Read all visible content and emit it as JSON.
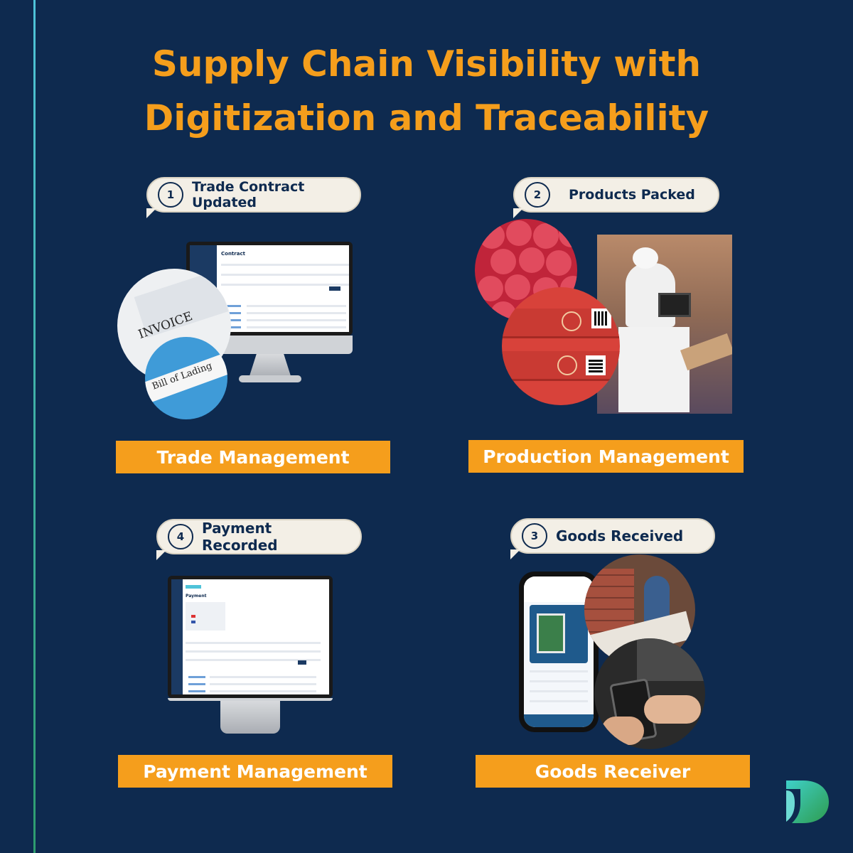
{
  "title": {
    "line1": "Supply Chain Visibility with",
    "line2": "Digitization and Traceability"
  },
  "steps": [
    {
      "number": "1",
      "caption": "Trade Contract Updated",
      "section": "Trade Management"
    },
    {
      "number": "2",
      "caption": "Products Packed",
      "section": "Production Management"
    },
    {
      "number": "4",
      "caption": "Payment Recorded",
      "section": "Payment Management"
    },
    {
      "number": "3",
      "caption": "Goods Received",
      "section": "Goods Receiver"
    }
  ],
  "screens": {
    "contract_title": "Contract",
    "payment_title": "Payment",
    "invoice_text": "INVOICE",
    "lading_text": "Bill of Lading"
  },
  "colors": {
    "background": "#0e2a4f",
    "accent": "#f59e1c",
    "bubble": "#f3efe6"
  }
}
